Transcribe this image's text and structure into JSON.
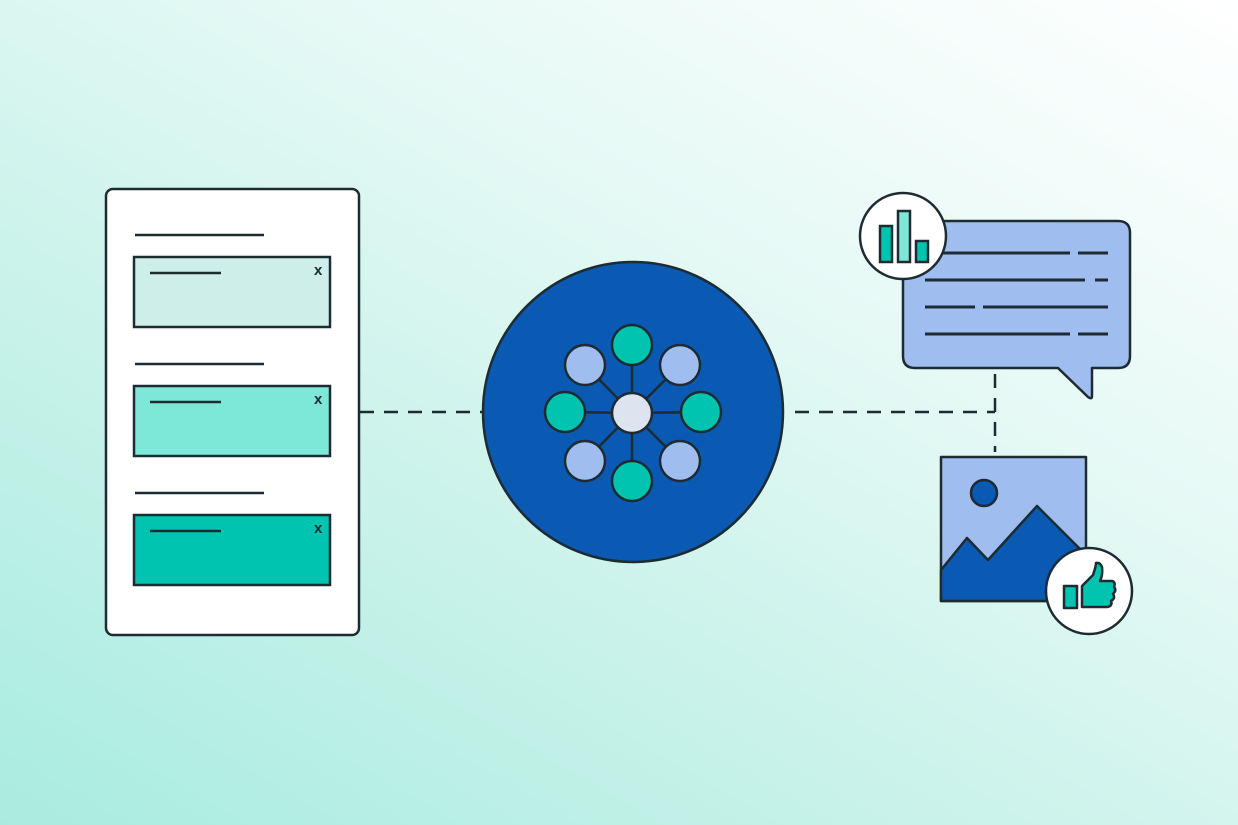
{
  "form": {
    "fields": [
      {
        "close_label": "x",
        "color": "#cdeee9"
      },
      {
        "close_label": "x",
        "color": "#7de8d8"
      },
      {
        "close_label": "x",
        "color": "#00c4b0"
      }
    ]
  },
  "colors": {
    "stroke": "#1d2b33",
    "hub": "#0a59b2",
    "light_blue": "#a0bdf0",
    "teal": "#00c4b0",
    "light_teal": "#7de8d8",
    "center_node": "#dde3ef"
  },
  "icons": [
    "form-card",
    "network-hub-icon",
    "chat-bubble-icon",
    "bar-chart-icon",
    "image-icon",
    "thumbs-up-icon"
  ]
}
